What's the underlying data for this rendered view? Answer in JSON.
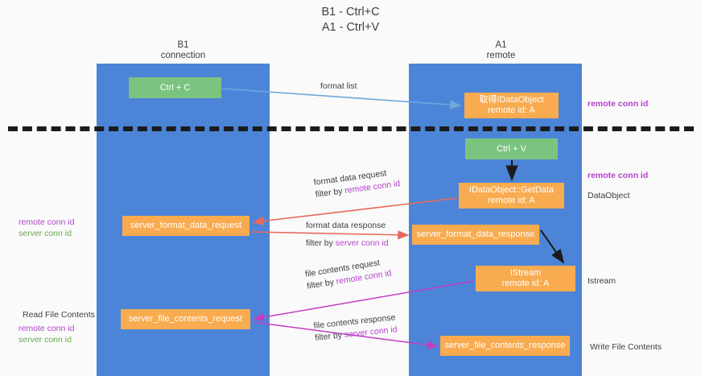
{
  "title": {
    "line1": "B1 - Ctrl+C",
    "line2": "A1 - Ctrl+V"
  },
  "lanes": [
    {
      "id": "b1",
      "name": "B1",
      "role": "connection",
      "color": "#4c85d8"
    },
    {
      "id": "a1",
      "name": "A1",
      "role": "remote",
      "color": "#4c85d8"
    }
  ],
  "colors": {
    "lane": "#4c85d8",
    "green_node": "#7ac47f",
    "orange_node": "#f8ab4f",
    "purple_text": "#b343c9",
    "green_text": "#6aa84f",
    "dark_text": "#3c4043",
    "arrow_blue": "#6fa8dc",
    "arrow_red": "#e8695b",
    "arrow_magenta": "#c23ec2",
    "arrow_black": "#1b1b1b",
    "separator": "#1b1b1b",
    "background": "#fafafa"
  },
  "nodes": {
    "ctrl_c": {
      "line1": "Ctrl + C",
      "line2": ""
    },
    "idataobject": {
      "line1": "取得IDataObject",
      "line2": "remote id: A"
    },
    "ctrl_v": {
      "line1": "Ctrl + V",
      "line2": ""
    },
    "getdata": {
      "line1": "IDataObject::GetData",
      "line2": "remote id: A"
    },
    "format_data_request": {
      "line1": "server_format_data_request",
      "line2": ""
    },
    "format_data_response": {
      "line1": "server_format_data_response",
      "line2": ""
    },
    "istream": {
      "line1": "IStream",
      "line2": "remote id: A"
    },
    "file_contents_request": {
      "line1": "server_file_contents_request",
      "line2": ""
    },
    "file_contents_response": {
      "line1": "server_file_contents_response",
      "line2": ""
    }
  },
  "edge_labels": {
    "format_list": "format list",
    "format_data_request": {
      "line1": "format data request",
      "filter_prefix": "filter by ",
      "filter_key": "remote conn id"
    },
    "format_data_response": {
      "line1": "format data response",
      "filter_prefix": "filter by ",
      "filter_key": "server conn id"
    },
    "file_contents_request": {
      "line1": "file contents request",
      "filter_prefix": "filter by ",
      "filter_key": "remote conn id"
    },
    "file_contents_response": {
      "line1": "file contents response",
      "filter_prefix": "filter by ",
      "filter_key": "server conn id"
    }
  },
  "annotations": {
    "right": {
      "remote_conn_id_top": "remote conn id",
      "remote_conn_id_mid": "remote conn id",
      "dataobject": "DataObject",
      "istream": "Istream",
      "write_file_contents": "Write File Contents"
    },
    "left": {
      "remote_conn_id_1": "remote conn id",
      "server_conn_id_1": "server conn id",
      "read_file_contents": "Read File Contents",
      "remote_conn_id_2": "remote conn id",
      "server_conn_id_2": "server conn id"
    }
  }
}
